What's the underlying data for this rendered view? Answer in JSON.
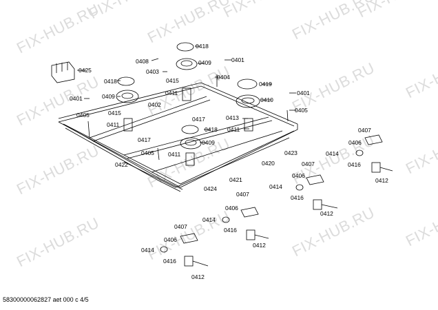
{
  "watermark": "FIX-HUB.RU",
  "footer": "58300000062827 aet 000 c 4/5",
  "parts": [
    {
      "id": "0425"
    },
    {
      "id": "0408"
    },
    {
      "id": "0403"
    },
    {
      "id": "0418"
    },
    {
      "id": "0409"
    },
    {
      "id": "0401"
    },
    {
      "id": "0404"
    },
    {
      "id": "0419"
    },
    {
      "id": "0410"
    },
    {
      "id": "0415"
    },
    {
      "id": "0411"
    },
    {
      "id": "0402"
    },
    {
      "id": "0405"
    },
    {
      "id": "0417"
    },
    {
      "id": "0413"
    },
    {
      "id": "0422"
    },
    {
      "id": "0424"
    },
    {
      "id": "0421"
    },
    {
      "id": "0420"
    },
    {
      "id": "0423"
    },
    {
      "id": "0407"
    },
    {
      "id": "0406"
    },
    {
      "id": "0414"
    },
    {
      "id": "0416"
    },
    {
      "id": "0412"
    }
  ]
}
